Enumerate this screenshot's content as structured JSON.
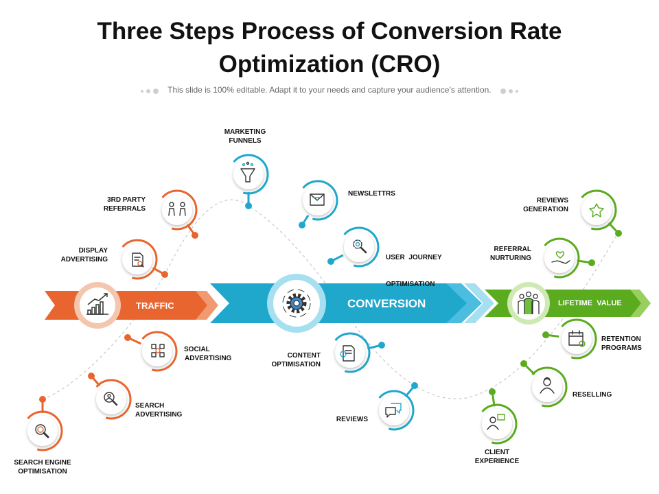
{
  "header": {
    "title_line1": "Three Steps Process of Conversion Rate",
    "title_line2": "Optimization (CRO)",
    "subtitle": "This slide is 100% editable. Adapt it to your needs and capture your audience’s attention."
  },
  "colors": {
    "traffic": "#e8652f",
    "conversion": "#1fa7cc",
    "lifetime": "#5aab1e",
    "path": "#c8c8c8"
  },
  "stages": [
    {
      "label": "TRAFFIC",
      "icon": "bar-chart-icon"
    },
    {
      "label": "CONVERSION",
      "icon": "gear-icon"
    },
    {
      "label": "LIFETIME  VALUE",
      "icon": "team-icon"
    }
  ],
  "nodes": {
    "traffic": [
      {
        "line1": "SEARCH ENGINE",
        "line2": "OPTIMISATION",
        "icon": "magnifier-icon"
      },
      {
        "line1": "SEARCH",
        "line2": "ADVERTISING",
        "icon": "search-user-icon"
      },
      {
        "line1": "SOCIAL",
        "line2": "ADVERTISING",
        "icon": "social-network-icon"
      },
      {
        "line1": "DISPLAY",
        "line2": "ADVERTISING",
        "icon": "document-search-icon"
      },
      {
        "line1": "3RD PARTY",
        "line2": "REFERRALS",
        "icon": "people-icon"
      }
    ],
    "conversion": [
      {
        "line1": "MARKETING",
        "line2": "FUNNELS",
        "icon": "funnel-icon"
      },
      {
        "line1": "NEWSLETTRS",
        "line2": "",
        "icon": "newsletter-icon"
      },
      {
        "line1": "USER  JOURNEY",
        "line2": "OPTIMISATION",
        "icon": "gear-magnifier-icon"
      },
      {
        "line1": "CONTENT",
        "line2": "OPTIMISATION",
        "icon": "content-gear-icon"
      },
      {
        "line1": "REVIEWS",
        "line2": "",
        "icon": "chat-bubbles-icon"
      }
    ],
    "lifetime": [
      {
        "line1": "CLIENT",
        "line2": "EXPERIENCE",
        "icon": "client-chat-icon"
      },
      {
        "line1": "RESELLING",
        "line2": "",
        "icon": "person-icon"
      },
      {
        "line1": "RETENTION",
        "line2": "PROGRAMS",
        "icon": "calendar-check-icon"
      },
      {
        "line1": "REFERRAL",
        "line2": "NURTURING",
        "icon": "heart-hand-icon"
      },
      {
        "line1": "REVIEWS",
        "line2": "GENERATION",
        "icon": "star-icon"
      }
    ]
  }
}
